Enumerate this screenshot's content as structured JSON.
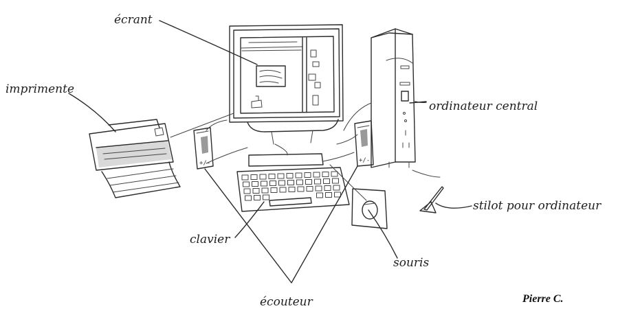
{
  "labels": {
    "screen": "écrant",
    "printer": "imprimente",
    "central_unit": "ordinateur central",
    "stylus": "stilot pour ordinateur",
    "keyboard": "clavier",
    "mouse": "souris",
    "speakers": "écouteur"
  },
  "signature": "Pierre C."
}
